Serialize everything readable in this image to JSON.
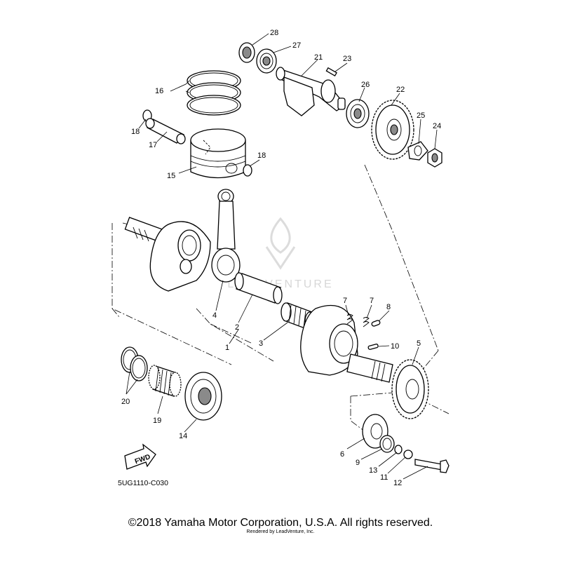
{
  "callouts": {
    "c1": "1",
    "c2": "2",
    "c3": "3",
    "c4": "4",
    "c5": "5",
    "c6": "6",
    "c7a": "7",
    "c7b": "7",
    "c8": "8",
    "c9": "9",
    "c10": "10",
    "c11": "11",
    "c12": "12",
    "c13": "13",
    "c14": "14",
    "c15": "15",
    "c16": "16",
    "c17": "17",
    "c18a": "18",
    "c18b": "18",
    "c19": "19",
    "c20": "20",
    "c21": "21",
    "c22": "22",
    "c23": "23",
    "c24": "24",
    "c25": "25",
    "c26": "26",
    "c27": "27",
    "c28": "28"
  },
  "fwd_label": "FWD",
  "diagram_code": "5UG1110-C030",
  "copyright": "©2018 Yamaha Motor Corporation, U.S.A. All rights reserved.",
  "watermark": "LEADVENTURE",
  "credit": "Rendered by LeadVenture, Inc."
}
